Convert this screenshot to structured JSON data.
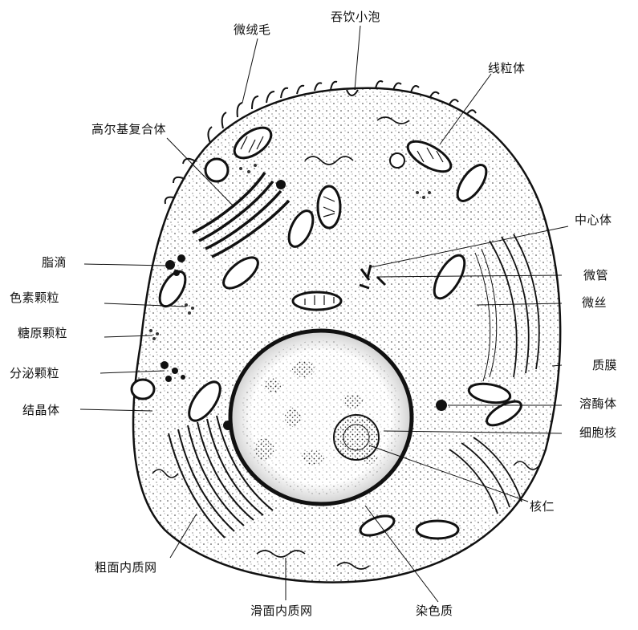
{
  "labels": {
    "microvilli": "微绒毛",
    "pinocytotic_vesicle": "吞饮小泡",
    "mitochondria": "线粒体",
    "golgi_complex": "高尔基复合体",
    "centrosome": "中心体",
    "lipid_droplet": "脂滴",
    "microtubule": "微管",
    "pigment_granule": "色素颗粒",
    "microfilament": "微丝",
    "glycogen_granule": "糖原颗粒",
    "plasma_membrane": "质膜",
    "secretory_granule": "分泌颗粒",
    "lysosome": "溶酶体",
    "crystalloid": "结晶体",
    "nucleus": "细胞核",
    "nucleolus": "核仁",
    "rough_er": "粗面内质网",
    "smooth_er": "滑面内质网",
    "chromatin": "染色质"
  },
  "colors": {
    "ink": "#111111",
    "background": "#ffffff"
  }
}
